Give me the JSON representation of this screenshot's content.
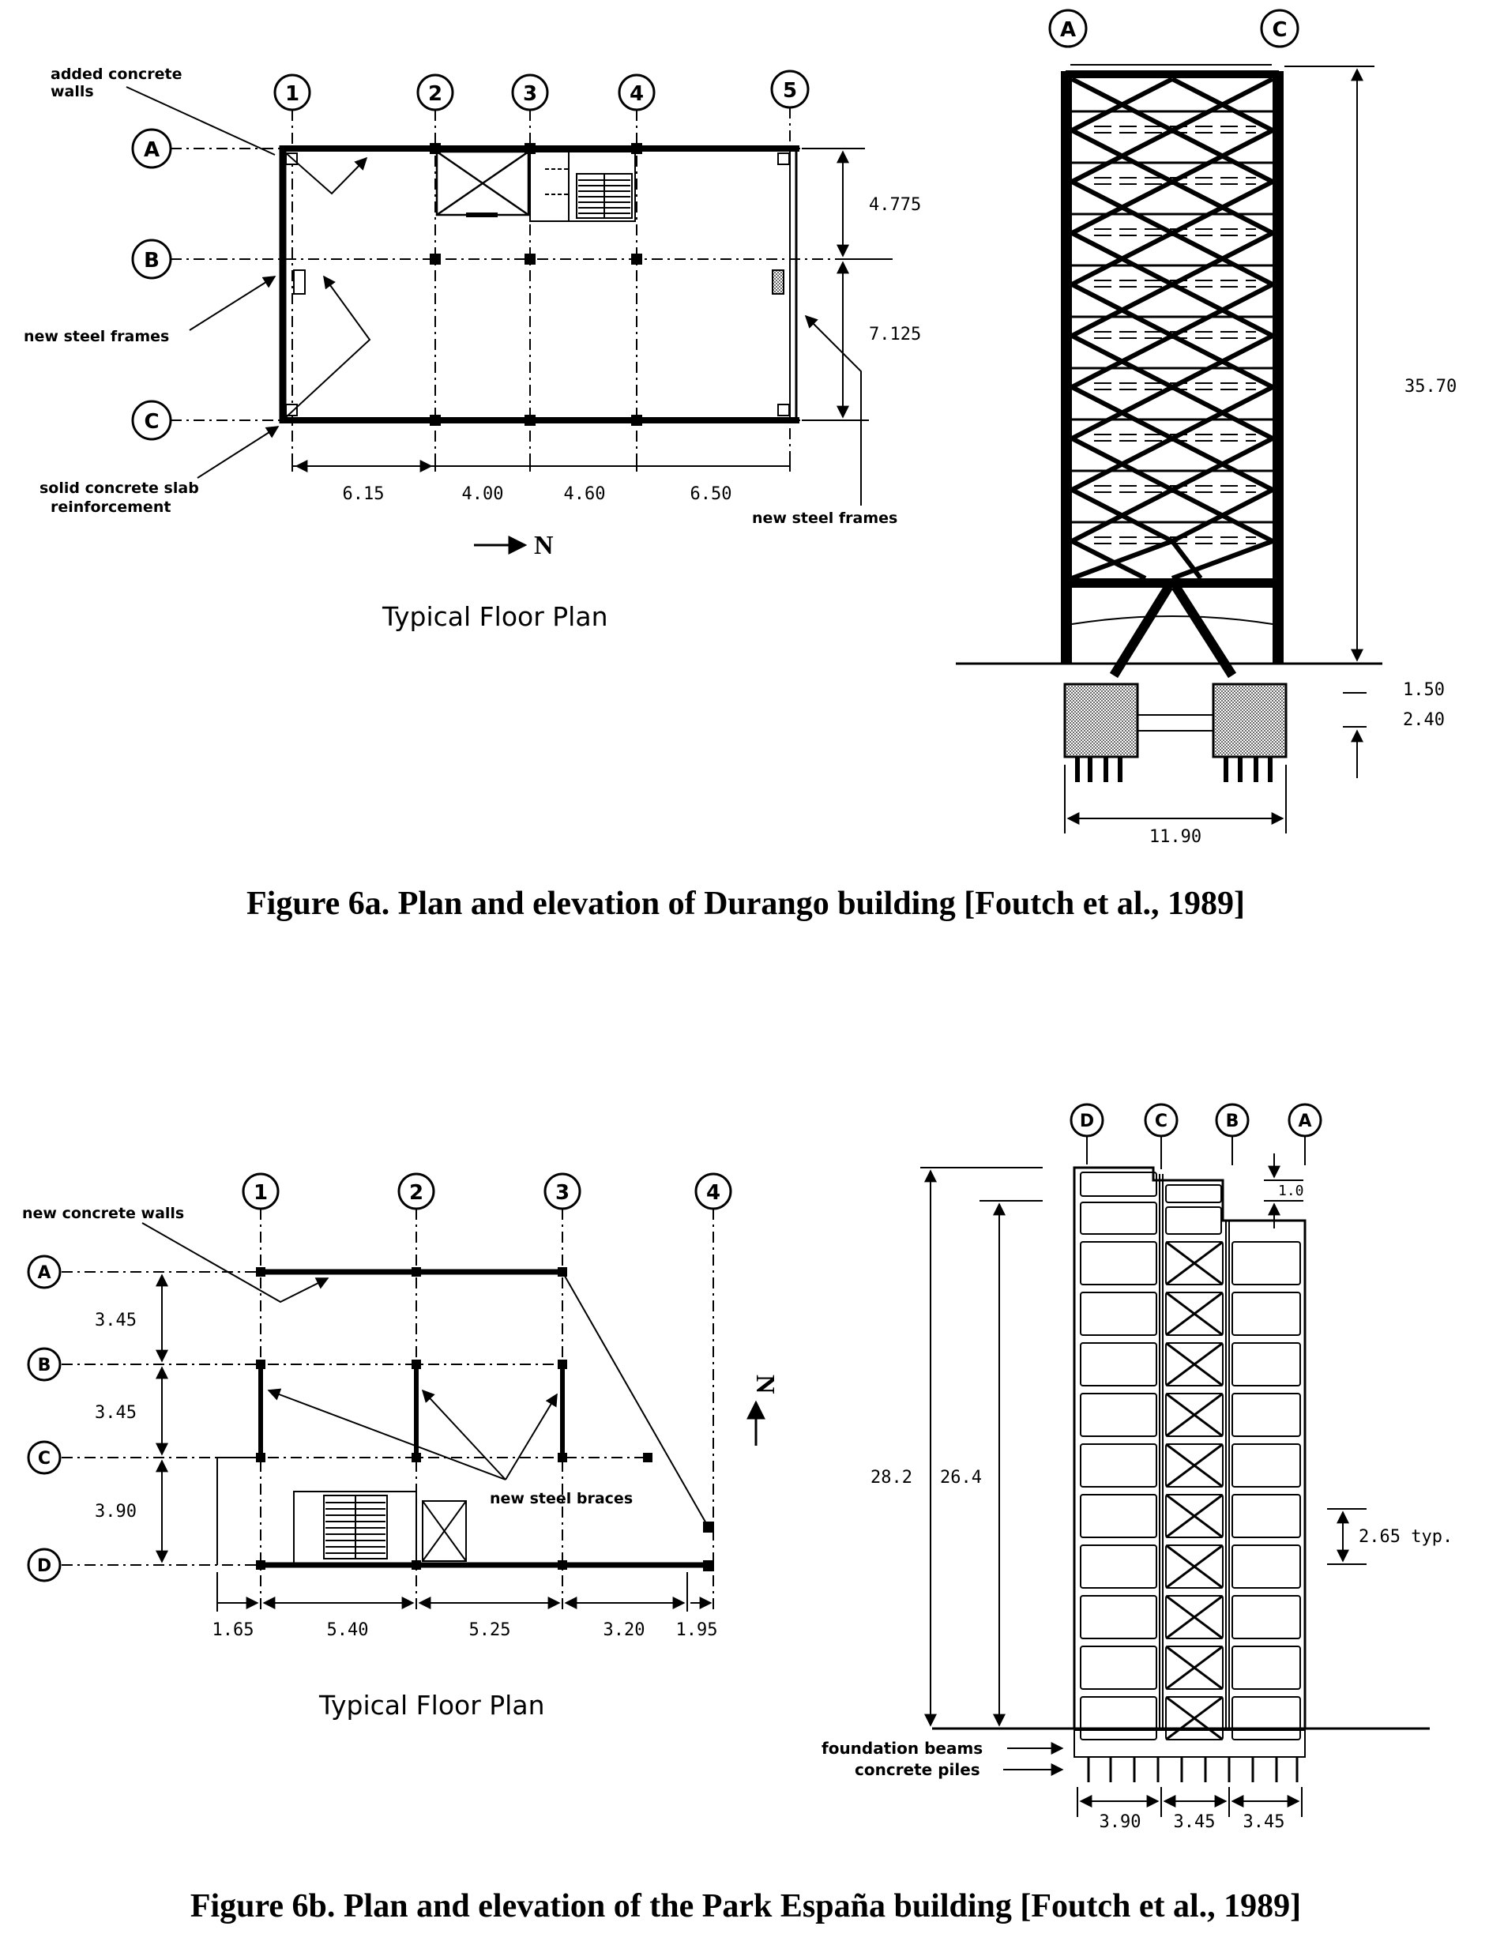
{
  "figure_a": {
    "plan": {
      "columns": [
        "1",
        "2",
        "3",
        "4",
        "5"
      ],
      "rows": [
        "A",
        "B",
        "C"
      ],
      "bay_widths": [
        "6.15",
        "4.00",
        "4.60",
        "6.50"
      ],
      "row_spans": [
        "4.775",
        "7.125"
      ],
      "labels": {
        "added_walls_line1": "added concrete",
        "added_walls_line2": "walls",
        "steel_frames_left": "new steel frames",
        "slab_line1": "solid concrete slab",
        "slab_line2": "reinforcement",
        "steel_frames_right": "new steel frames"
      },
      "north": "N",
      "title": "Typical Floor Plan"
    },
    "elevation": {
      "grid_labels": [
        "A",
        "C"
      ],
      "height": "35.70",
      "found_dims": [
        "1.50",
        "2.40"
      ],
      "width": "11.90"
    },
    "caption": "Figure 6a.  Plan and elevation of Durango building [Foutch et al., 1989]"
  },
  "figure_b": {
    "plan": {
      "columns": [
        "1",
        "2",
        "3",
        "4"
      ],
      "rows": [
        "A",
        "B",
        "C",
        "D"
      ],
      "row_spans": [
        "3.45",
        "3.45",
        "3.90"
      ],
      "bay_widths": [
        "1.65",
        "5.40",
        "5.25",
        "3.20",
        "1.95"
      ],
      "labels": {
        "walls": "new concrete walls",
        "braces": "new steel braces"
      },
      "north": "N",
      "title": "Typical Floor Plan"
    },
    "elevation": {
      "grid_labels": [
        "D",
        "C",
        "B",
        "A"
      ],
      "heights": [
        "28.2",
        "26.4"
      ],
      "top_dim": "1.0",
      "story": "2.65 typ.",
      "labels": {
        "beams": "foundation beams",
        "piles": "concrete piles"
      },
      "bay_widths": [
        "3.90",
        "3.45",
        "3.45"
      ]
    },
    "caption": "Figure 6b.  Plan and elevation of the Park España building [Foutch et al., 1989]"
  }
}
